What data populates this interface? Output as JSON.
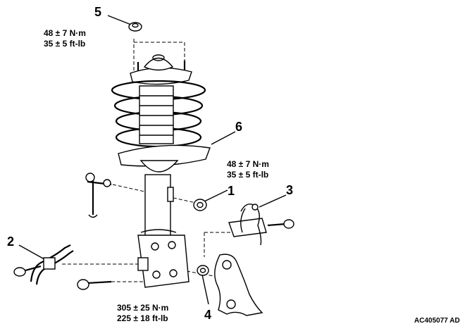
{
  "callouts": [
    {
      "number": "5",
      "torque_metric": "48 ± 7 N·m",
      "torque_imperial": "35 ± 5 ft-lb"
    },
    {
      "number": "6"
    },
    {
      "number": "1",
      "torque_metric": "48 ± 7 N·m",
      "torque_imperial": "35 ± 5 ft-lb"
    },
    {
      "number": "3"
    },
    {
      "number": "2"
    },
    {
      "number": "4",
      "torque_metric": "305 ± 25 N·m",
      "torque_imperial": "225 ± 18 ft-lb"
    }
  ],
  "figure_code": "AC405077 AD"
}
